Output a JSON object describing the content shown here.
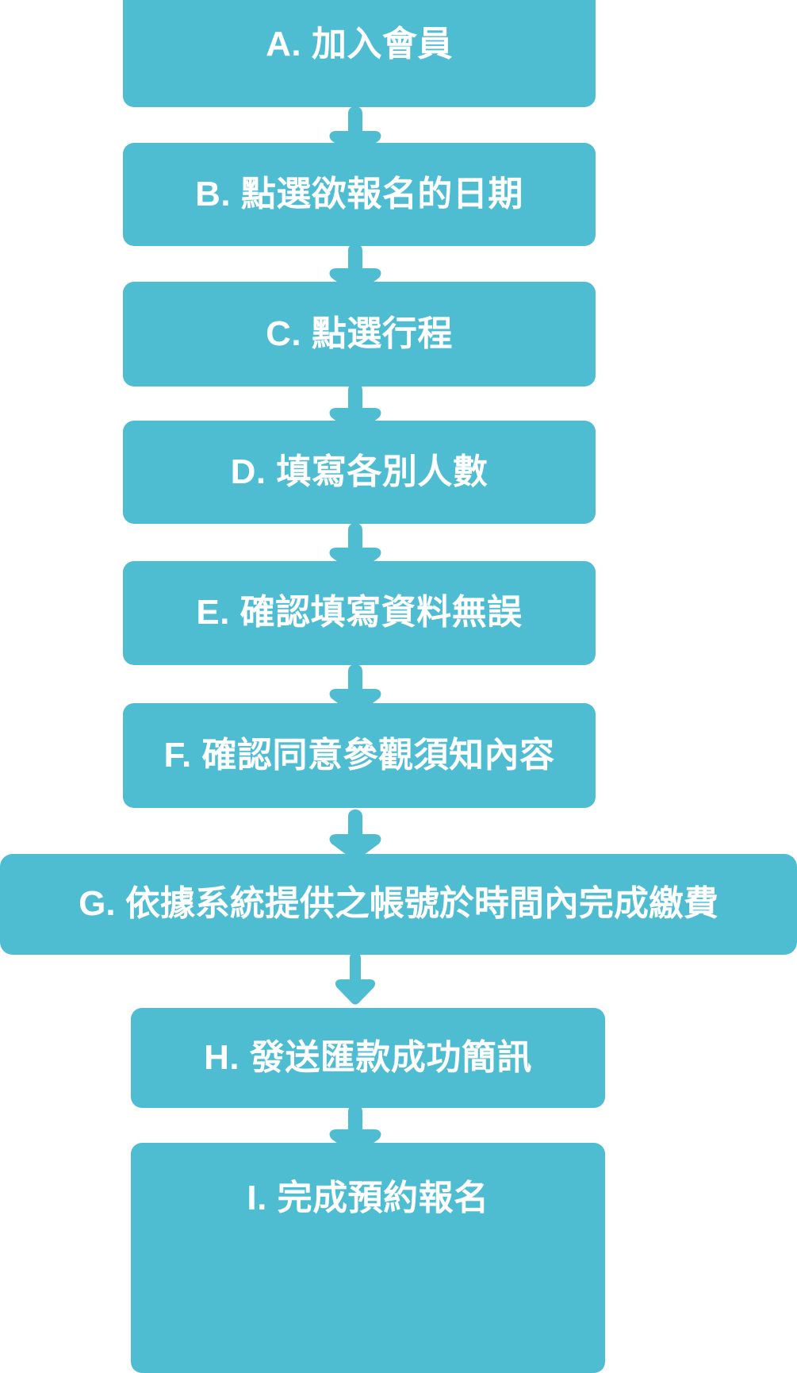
{
  "chart_data": {
    "type": "diagram",
    "subtype": "flowchart",
    "title": "",
    "orientation": "vertical-top-to-bottom",
    "node_count": 9,
    "connector": "down-arrow",
    "steps": [
      {
        "id": "A",
        "label": "A. 加入會員"
      },
      {
        "id": "B",
        "label": "B. 點選欲報名的日期"
      },
      {
        "id": "C",
        "label": "C. 點選行程"
      },
      {
        "id": "D",
        "label": "D. 填寫各別人數"
      },
      {
        "id": "E",
        "label": "E. 確認填寫資料無誤"
      },
      {
        "id": "F",
        "label": "F. 確認同意參觀須知內容"
      },
      {
        "id": "G",
        "label": "G. 依據系統提供之帳號於時間內完成繳費"
      },
      {
        "id": "H",
        "label": "H. 發送匯款成功簡訊"
      },
      {
        "id": "I",
        "label": "I. 完成預約報名"
      }
    ],
    "edges": [
      {
        "from": "A",
        "to": "B"
      },
      {
        "from": "B",
        "to": "C"
      },
      {
        "from": "C",
        "to": "D"
      },
      {
        "from": "D",
        "to": "E"
      },
      {
        "from": "E",
        "to": "F"
      },
      {
        "from": "F",
        "to": "G"
      },
      {
        "from": "G",
        "to": "H"
      },
      {
        "from": "H",
        "to": "I"
      }
    ]
  },
  "colors": {
    "box_fill": "#4ebcd1",
    "arrow_fill": "#4ebcd1",
    "text": "#ffffff",
    "background": "#ffffff"
  },
  "flow": {
    "a": {
      "label": "A. 加入會員"
    },
    "b": {
      "label": "B. 點選欲報名的日期"
    },
    "c": {
      "label": "C. 點選行程"
    },
    "d": {
      "label": "D. 填寫各別人數"
    },
    "e": {
      "label": "E. 確認填寫資料無誤"
    },
    "f": {
      "label": "F. 確認同意參觀須知內容"
    },
    "g": {
      "label": "G. 依據系統提供之帳號於時間內完成繳費"
    },
    "h": {
      "label": "H. 發送匯款成功簡訊"
    },
    "i": {
      "label": "I. 完成預約報名"
    }
  },
  "icons": {
    "arrow": "arrow-down-icon"
  }
}
